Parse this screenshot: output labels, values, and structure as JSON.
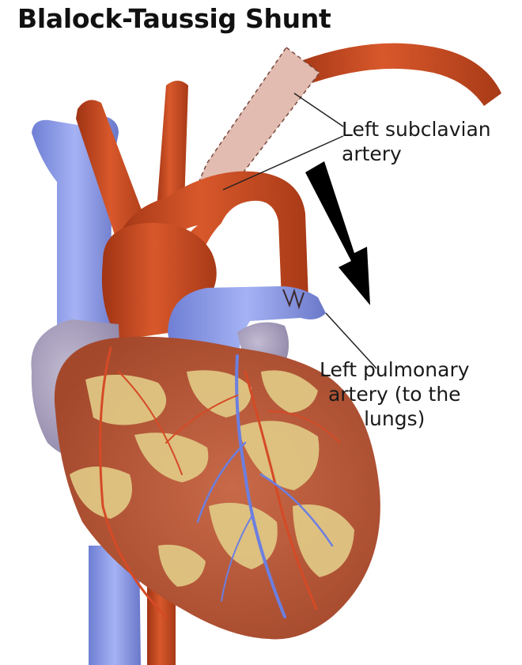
{
  "title": "Blalock-Taussig Shunt",
  "labels": {
    "subclavian": {
      "line1": "Left subclavian",
      "line2": "artery"
    },
    "pulmonary": {
      "line1": "Left pulmonary",
      "line2": "artery (to the",
      "line3": "lungs)"
    }
  },
  "colors": {
    "artery_red": "#c0461f",
    "vein_blue": "#8090e4",
    "shunt_graft": "#e0b8ac",
    "myocardium": "#b85a3d",
    "fat": "#e3cd87",
    "atrium_purple": "#a49ab7",
    "arrow": "#000000",
    "background": "#ffffff"
  },
  "icons": {
    "flow_arrow": "down-right-arrow"
  }
}
